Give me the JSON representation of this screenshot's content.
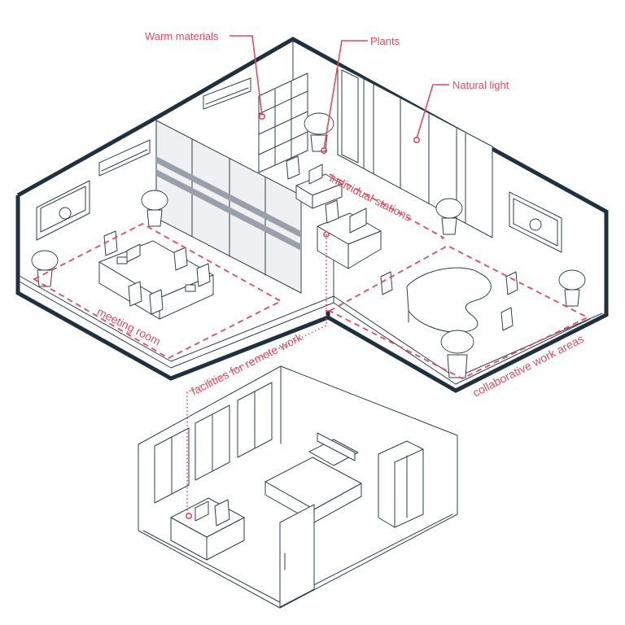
{
  "colors": {
    "accent": "#e04b5e",
    "outline": "#1f3140",
    "line": "#2f3f4a",
    "glass_band": "#9aa0aa"
  },
  "callouts": {
    "warm_materials": "Warm materials",
    "plants": "Plants",
    "natural_light": "Natural light"
  },
  "zones": {
    "individual_stations": "individual stations",
    "meeting_room": "meeting room",
    "collaborative_work_areas": "collaborative work areas",
    "remote_work": "facilities for remote work"
  },
  "icons": [
    "plant-icon",
    "chair-icon",
    "monitor-icon",
    "bed-icon",
    "wardrobe-icon",
    "air-conditioner-icon",
    "whiteboard-icon"
  ]
}
